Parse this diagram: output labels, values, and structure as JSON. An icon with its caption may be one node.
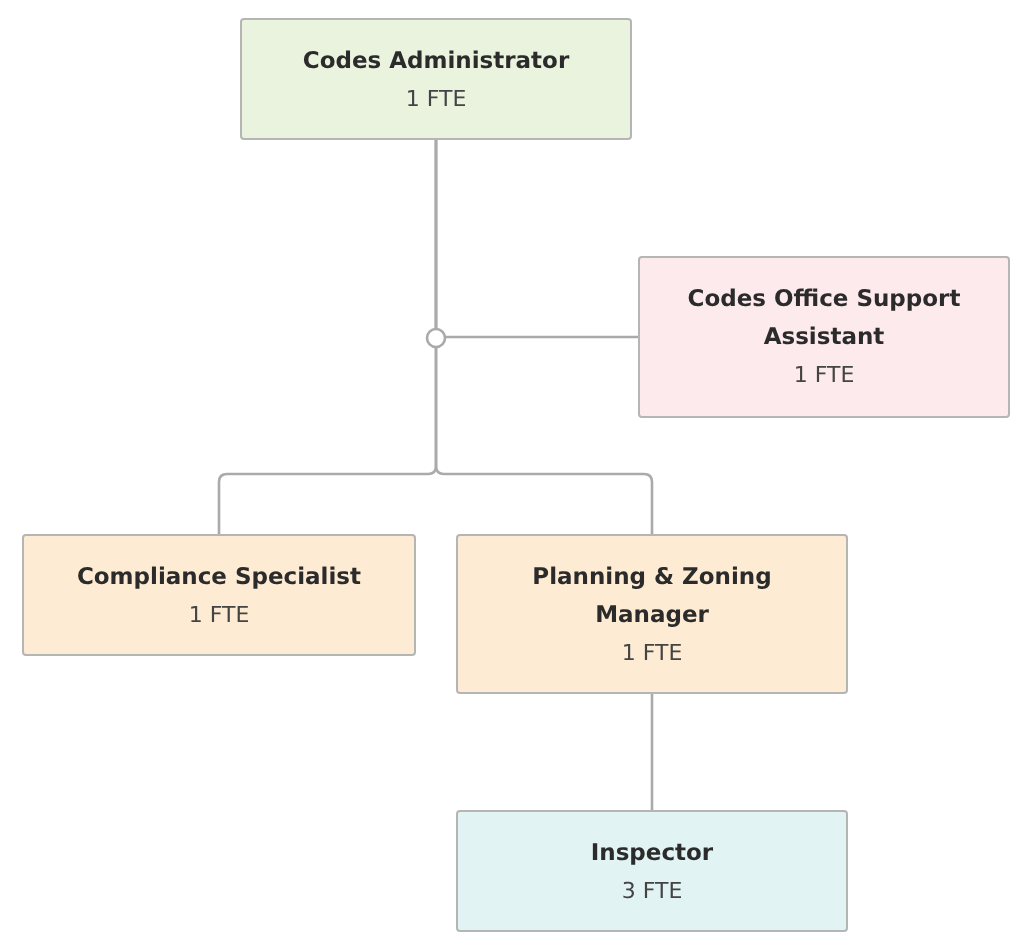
{
  "diagram": {
    "nodes": [
      {
        "text": [
          "Codes Administrator",
          "1 FTE"
        ]
      },
      {
        "text": [
          "Codes Office Support Assistant",
          "1 FTE"
        ]
      },
      {
        "text": [
          "Compliance Specialist",
          "1 FTE"
        ]
      },
      {
        "text": [
          "Planning & Zoning Manager",
          "1 FTE"
        ]
      },
      {
        "text": [
          "Inspector",
          "3 FTE"
        ]
      }
    ],
    "edges": [
      {
        "from": 0,
        "to": 1,
        "arrow": "none"
      },
      {
        "from": 0,
        "to": 2,
        "arrow": "none"
      },
      {
        "from": 0,
        "to": 3,
        "arrow": "none"
      },
      {
        "from": 3,
        "to": 4,
        "arrow": "none"
      }
    ]
  }
}
